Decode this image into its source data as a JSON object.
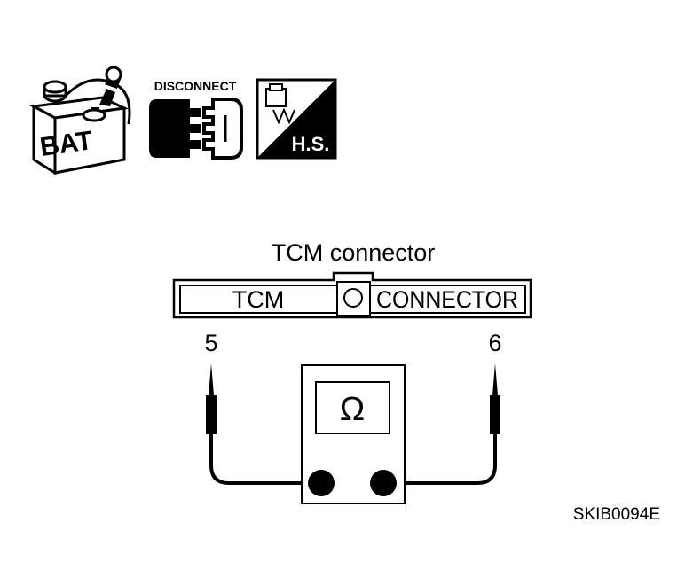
{
  "icons": {
    "battery": {
      "name": "battery-icon",
      "label": "BAT"
    },
    "disconnect": {
      "name": "disconnect-icon",
      "label": "DISCONNECT"
    },
    "harness": {
      "name": "harness-connector-icon",
      "label": "H.S."
    }
  },
  "connector": {
    "title": "TCM connector",
    "left_text": "TCM",
    "right_text": "CONNECTOR"
  },
  "terminals": {
    "left": "5",
    "right": "6"
  },
  "meter": {
    "symbol": "Ω"
  },
  "figure_id": "SKIB0094E"
}
